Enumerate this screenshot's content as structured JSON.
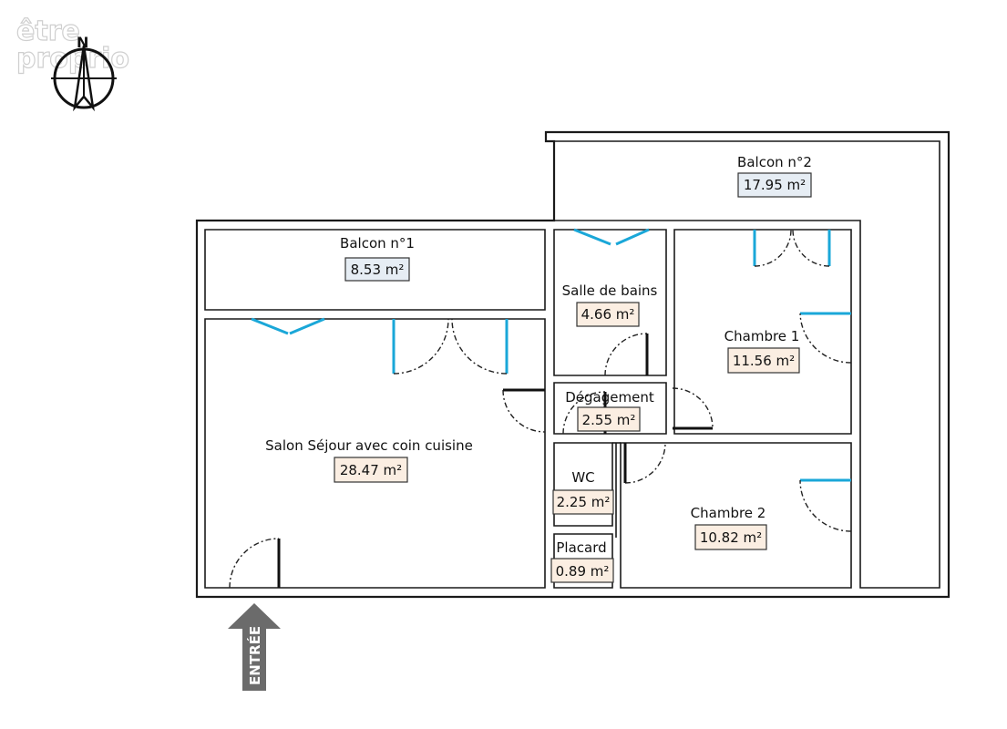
{
  "brand": {
    "line1": "être",
    "line2": "proprio"
  },
  "compass": {
    "north": "N"
  },
  "entrance": {
    "label": "ENTRÉE"
  },
  "rooms": {
    "balcon1": {
      "name": "Balcon n°1",
      "area": "8.53 m²"
    },
    "balcon2": {
      "name": "Balcon n°2",
      "area": "17.95 m²"
    },
    "salle_de_bains": {
      "name": "Salle de bains",
      "area": "4.66 m²"
    },
    "chambre1": {
      "name": "Chambre 1",
      "area": "11.56 m²"
    },
    "degagement": {
      "name": "Dégagement",
      "area": "2.55 m²"
    },
    "salon": {
      "name": "Salon Séjour avec coin cuisine",
      "area": "28.47 m²"
    },
    "wc": {
      "name": "WC",
      "area": "2.25 m²"
    },
    "chambre2": {
      "name": "Chambre 2",
      "area": "10.82 m²"
    },
    "placard": {
      "name": "Placard",
      "area": "0.89 m²"
    }
  },
  "colors": {
    "window": "#1aa7d8",
    "balcony_tag": "#e6edf4",
    "room_tag": "#fbeee2",
    "arrow": "#6b6b6b"
  }
}
